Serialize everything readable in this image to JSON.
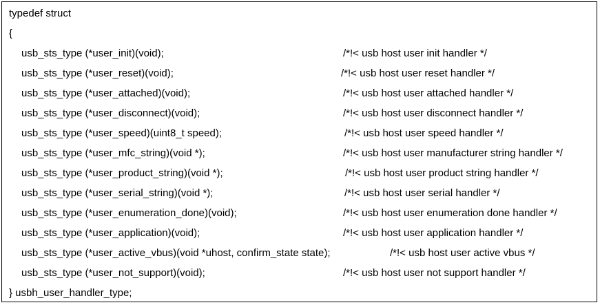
{
  "header": {
    "line1": "typedef struct",
    "open_brace": "{"
  },
  "members": [
    {
      "decl": "usb_sts_type (*user_init)(void);",
      "comment": "/*!< usb host user init handler */"
    },
    {
      "decl": "usb_sts_type (*user_reset)(void);",
      "comment": "/*!< usb host user reset handler */"
    },
    {
      "decl": "usb_sts_type (*user_attached)(void);",
      "comment": "/*!< usb host user attached handler */"
    },
    {
      "decl": "usb_sts_type (*user_disconnect)(void);",
      "comment": "/*!< usb host user disconnect handler */"
    },
    {
      "decl": "usb_sts_type (*user_speed)(uint8_t speed);",
      "comment": "/*!< usb host user speed handler */"
    },
    {
      "decl": "usb_sts_type (*user_mfc_string)(void *);",
      "comment": "/*!< usb host user manufacturer string handler */"
    },
    {
      "decl": "usb_sts_type (*user_product_string)(void *);",
      "comment": "/*!< usb host user product string handler */"
    },
    {
      "decl": "usb_sts_type (*user_serial_string)(void *);",
      "comment": "/*!< usb host user serial handler */"
    },
    {
      "decl": "usb_sts_type (*user_enumeration_done)(void);",
      "comment": "/*!< usb host user enumeration done handler */"
    },
    {
      "decl": "usb_sts_type (*user_application)(void);",
      "comment": "/*!< usb host user application handler */"
    },
    {
      "decl": "usb_sts_type (*user_active_vbus)(void *uhost, confirm_state state);",
      "comment": "/*!< usb host user active vbus */"
    },
    {
      "decl": "usb_sts_type (*user_not_support)(void);",
      "comment": "/*!< usb host user not support handler */"
    }
  ],
  "footer": {
    "close_line": "} usbh_user_handler_type;"
  }
}
